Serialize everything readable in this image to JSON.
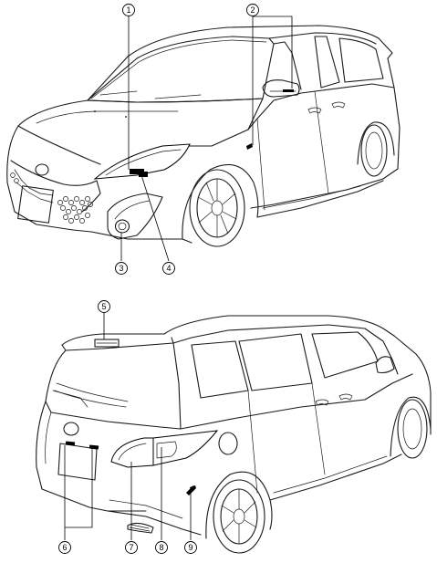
{
  "diagram": {
    "callouts": [
      {
        "id": 1,
        "label": "1"
      },
      {
        "id": 2,
        "label": "2"
      },
      {
        "id": 3,
        "label": "3"
      },
      {
        "id": 4,
        "label": "4"
      },
      {
        "id": 5,
        "label": "5"
      },
      {
        "id": 6,
        "label": "6"
      },
      {
        "id": 7,
        "label": "7"
      },
      {
        "id": 8,
        "label": "8"
      },
      {
        "id": 9,
        "label": "9"
      }
    ],
    "colors": {
      "line": "#000000",
      "background": "#ffffff"
    }
  }
}
